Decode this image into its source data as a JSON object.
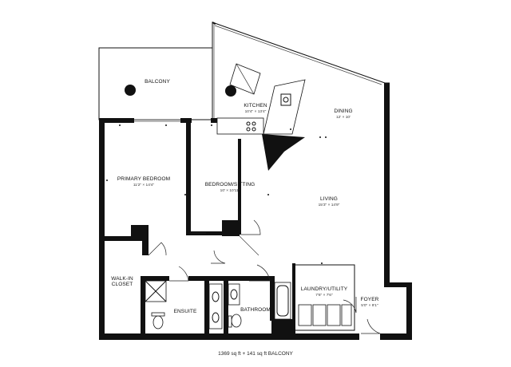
{
  "rooms": {
    "balcony": {
      "name": "BALCONY",
      "dims": ""
    },
    "kitchen": {
      "name": "KITCHEN",
      "dims": "10'4\" × 13'4\""
    },
    "dining": {
      "name": "DINING",
      "dims": "12' × 10'"
    },
    "primary_bedroom": {
      "name": "PRIMARY BEDROOM",
      "dims": "11'2\" × 14'4\""
    },
    "bedroom_sitting": {
      "name": "BEDROOM/SITTING",
      "dims": "10' × 10'11\""
    },
    "living": {
      "name": "LIVING",
      "dims": "15'3\" × 14'9\""
    },
    "walk_in_closet": {
      "name_line1": "WALK-IN",
      "name_line2": "CLOSET"
    },
    "laundry": {
      "name": "LAUNDRY/UTILITY",
      "dims": "7'6\" × 7'6\""
    },
    "foyer": {
      "name": "FOYER",
      "dims": "5'0\" × 9'1\""
    },
    "ensuite": {
      "name": "ENSUITE"
    },
    "bathroom": {
      "name": "BATHROOM"
    }
  },
  "footer": {
    "area_text": "1369 sq ft + 141 sq ft BALCONY"
  },
  "colors": {
    "wall": "#111111",
    "background": "#ffffff",
    "balcony_fill": "#ffffff"
  }
}
